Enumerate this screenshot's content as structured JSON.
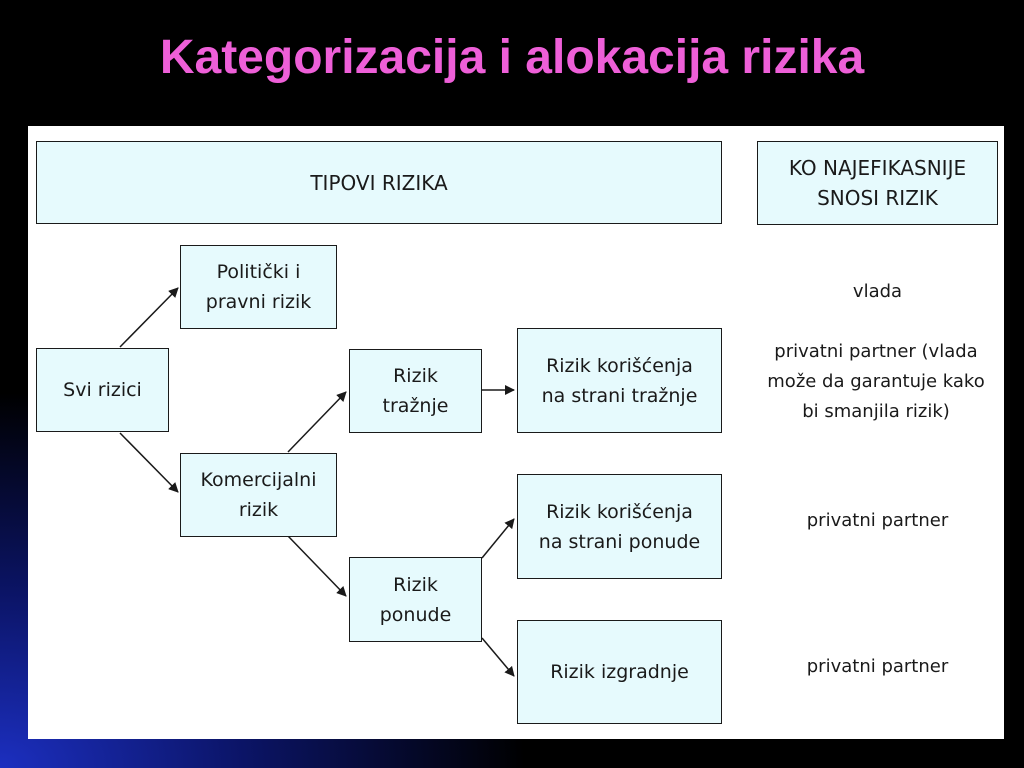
{
  "title": "Kategorizacija i alokacija rizika",
  "colors": {
    "title": "#ee5fd8",
    "box_fill": "#e6fafd",
    "box_border": "#1a1a1a",
    "panel": "#ffffff"
  },
  "headers": {
    "types": "TIPOVI RIZIKA",
    "bearer": "KO NAJEFIKASNIJE\nSNOSI RIZIK"
  },
  "nodes": {
    "all": "Svi rizici",
    "political": "Politički i\npravni rizik",
    "commercial": "Komercijalni\nrizik",
    "demand": "Rizik\ntražnje",
    "supply": "Rizik\nponude",
    "usage_demand": "Rizik korišćenja\nna strani tražnje",
    "usage_supply": "Rizik korišćenja\nna strani ponude",
    "construction": "Rizik izgradnje"
  },
  "bearers": {
    "political": "vlada",
    "usage_demand": "privatni partner (vlada\nmože da garantuje kako\nbi smanjila rizik)",
    "usage_supply": "privatni partner",
    "construction": "privatni partner"
  }
}
